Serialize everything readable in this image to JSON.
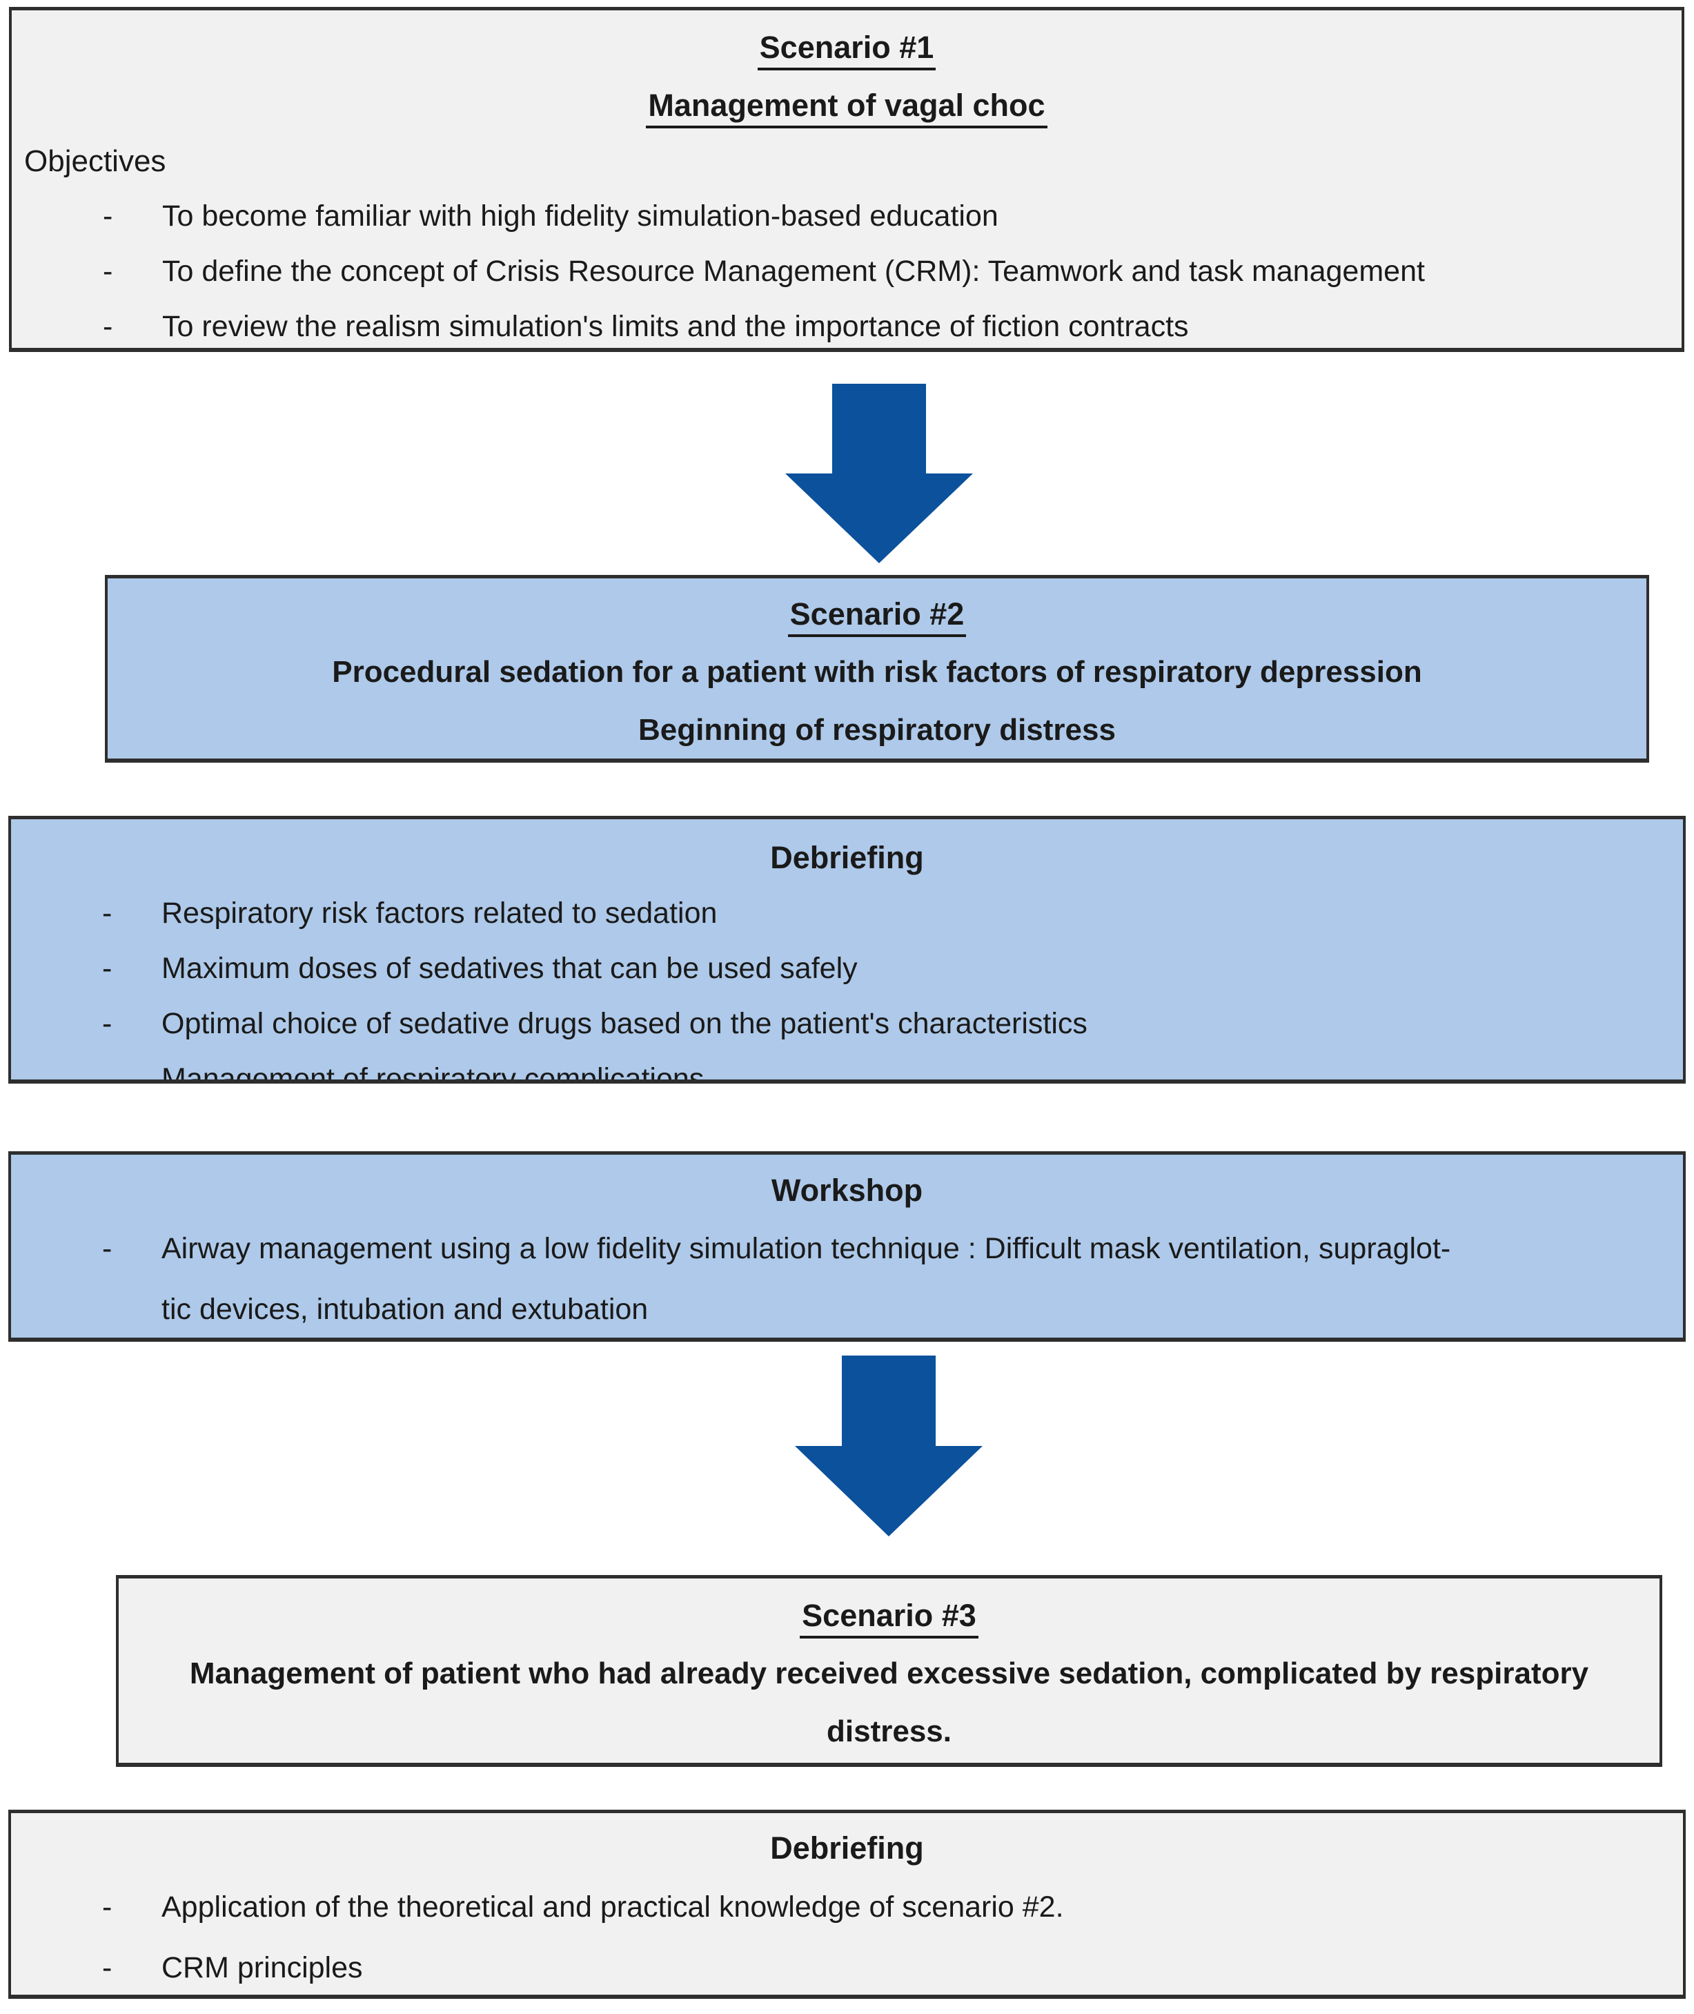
{
  "diagram": {
    "bullet_marker": "-",
    "arrow_color": "#0b519c",
    "colors": {
      "gray_box_fill": "#f1f1f2",
      "blue_box_fill": "#aec9e9",
      "box_border": "#2e2e2e",
      "arrow_blue": "#0b519c",
      "text": "#1a1a1a"
    },
    "box1": {
      "title": "Scenario #1",
      "subtitle": "Management of vagal choc",
      "section_label": "Objectives",
      "bullets": [
        "To become familiar with high fidelity simulation-based education",
        "To define the concept of Crisis Resource Management (CRM): Teamwork and task management",
        "To review the realism simulation's limits and the importance of fiction contracts"
      ]
    },
    "box2": {
      "title": "Scenario #2",
      "line1": "Procedural sedation for a patient with risk factors of respiratory depression",
      "line2": "Beginning of respiratory distress"
    },
    "box3": {
      "heading": "Debriefing",
      "bullets": [
        "Respiratory risk factors related to sedation",
        "Maximum doses of sedatives that can be used safely",
        "Optimal choice of sedative drugs based on the patient's characteristics",
        "Management of respiratory complications."
      ]
    },
    "box4": {
      "heading": "Workshop",
      "bullet_line1": "Airway management using a low fidelity simulation technique : Difficult mask ventilation, supraglot-",
      "bullet_line2": "tic devices, intubation and extubation"
    },
    "box5": {
      "title": "Scenario #3",
      "line1": "Management of patient who had already received excessive sedation, complicated by respiratory",
      "line2": "distress."
    },
    "box6": {
      "heading": "Debriefing",
      "bullets": [
        "Application of the theoretical and practical knowledge of scenario #2.",
        "CRM principles"
      ]
    }
  }
}
